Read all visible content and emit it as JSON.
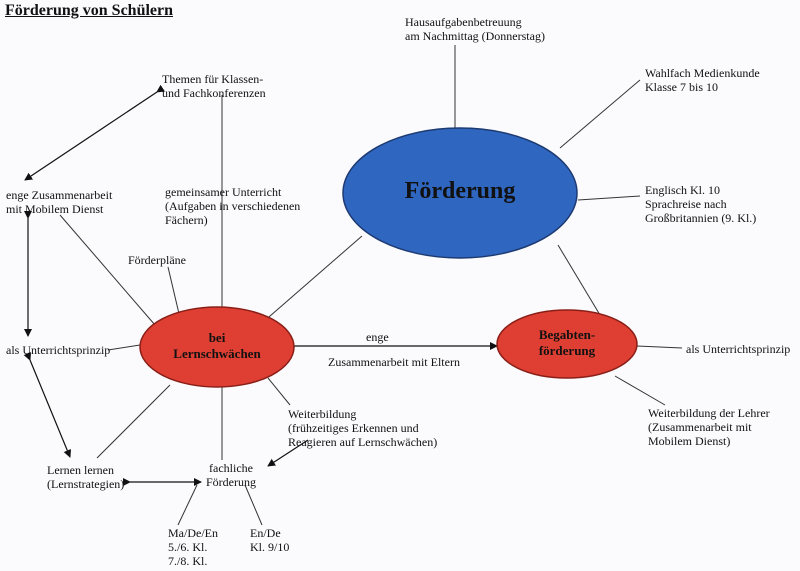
{
  "title": "Förderung von Schülern",
  "colors": {
    "blue_node": "#2f66bf",
    "red_node": "#df3f33",
    "line": "#333333"
  },
  "nodes": {
    "main": "Förderung",
    "lern": [
      "bei",
      "Lernschwächen"
    ],
    "begabt": [
      "Begabten-",
      "förderung"
    ]
  },
  "labels": {
    "hausaufgaben": [
      "Hausaufgabenbetreuung",
      "am Nachmittag (Donnerstag)"
    ],
    "wahlfach": [
      "Wahlfach Medienkunde",
      "Klasse 7 bis 10"
    ],
    "englisch": [
      "Englisch Kl. 10",
      "Sprachreise nach",
      "Großbritannien (9. Kl.)"
    ],
    "themen": [
      "Themen für Klassen-",
      "und Fachkonferenzen"
    ],
    "zusammenarbeit_mobil": [
      "enge Zusammenarbeit",
      "mit Mobilem Dienst"
    ],
    "gemeinsamer": [
      "gemeinsamer Unterricht",
      "(Aufgaben in verschiedenen",
      "Fächern)"
    ],
    "foerderplaene": "Förderpläne",
    "prinzip_left": "als Unterrichtsprinzip",
    "prinzip_right": "als Unterrichtsprinzip",
    "enge": "enge",
    "eltern": "Zusammenarbeit mit Eltern",
    "weiterbildung": [
      "Weiterbildung",
      "(frühzeitiges Erkennen und",
      "Reagieren auf Lernschwächen)"
    ],
    "weiterbildung_lehrer": [
      "Weiterbildung der Lehrer",
      "(Zusammenarbeit mit",
      "Mobilem Dienst)"
    ],
    "lernen": [
      "Lernen lernen",
      "(Lernstrategien)"
    ],
    "fachliche": [
      "fachliche",
      "Förderung"
    ],
    "mademe": [
      "Ma/De/En",
      "5./6. Kl.",
      "7./8. Kl."
    ],
    "ende": [
      "En/De",
      "Kl. 9/10"
    ]
  }
}
